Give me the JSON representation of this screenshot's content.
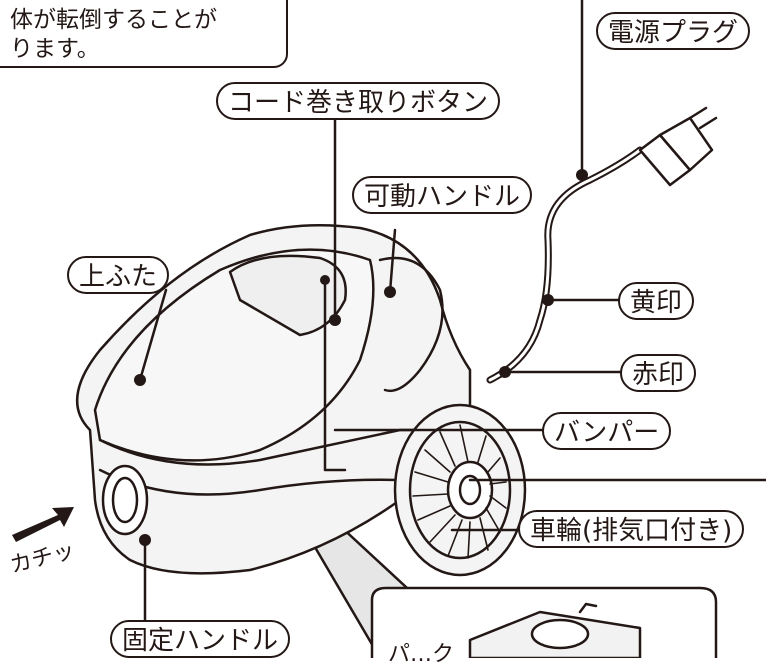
{
  "note": {
    "line1": "体が転倒することが",
    "line2": "ります。"
  },
  "labels": {
    "power_plug": "電源プラグ",
    "cord_rewind_button": "コード巻き取りボタン",
    "movable_handle": "可動ハンドル",
    "top_lid": "上ふた",
    "yellow_mark": "黄印",
    "red_mark": "赤印",
    "bumper": "バンパー",
    "wheel": "車輪(排気口付き)",
    "fixed_handle": "固定ハンドル",
    "click_sound": "カチッ",
    "inset_partial": "パ…ク"
  }
}
